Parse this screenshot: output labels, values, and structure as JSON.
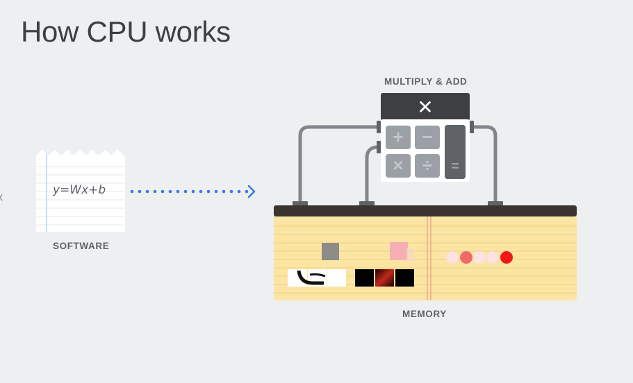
{
  "title": "How CPU works",
  "software": {
    "label": "SOFTWARE",
    "formula": "y=Wx+b"
  },
  "alu": {
    "label": "MULTIPLY & ADD",
    "header_symbol": "✕",
    "keys": [
      "+",
      "−",
      "×",
      "÷"
    ],
    "equals": "="
  },
  "memory": {
    "label": "MEMORY"
  },
  "left_edge_glyph": "x",
  "colors": {
    "background": "#eeeff1",
    "text": "#3c4043",
    "arrow": "#3b78e7",
    "memory_paper": "#fbe5a5",
    "memory_top": "#3a3330",
    "calculator_dark": "#3c4043",
    "pipes": "#80868b",
    "dot_red": "#f03030"
  }
}
